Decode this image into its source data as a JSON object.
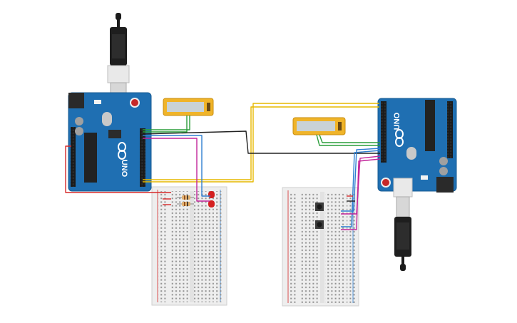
{
  "canvas": {
    "background": "#ffffff"
  },
  "boards": [
    {
      "id": "arduino-left",
      "brand_text": "UNO",
      "logo": "arduino-infinity-logo",
      "color": "#1f6fb2"
    },
    {
      "id": "arduino-right",
      "brand_text": "UNO",
      "logo": "arduino-infinity-logo",
      "color": "#1f6fb2"
    }
  ],
  "components": {
    "lcd_left": {
      "type": "lcd-display",
      "frame_color": "#f0b429",
      "screen_color": "#c9d2d6"
    },
    "lcd_right": {
      "type": "lcd-display",
      "frame_color": "#f0b429",
      "screen_color": "#c9d2d6"
    },
    "breadboard_left": {
      "type": "breadboard",
      "leds": 2,
      "resistors": 2,
      "led_color": "#d42020"
    },
    "breadboard_right": {
      "type": "breadboard",
      "push_buttons": 2
    },
    "usb_cables": 2
  },
  "wires": {
    "colors": {
      "red": "#d62828",
      "black": "#222222",
      "yellow": "#e6b800",
      "green": "#2a9d3a",
      "blue": "#2f7fd1",
      "magenta": "#c2249a",
      "orange": "#e87b1e"
    }
  }
}
